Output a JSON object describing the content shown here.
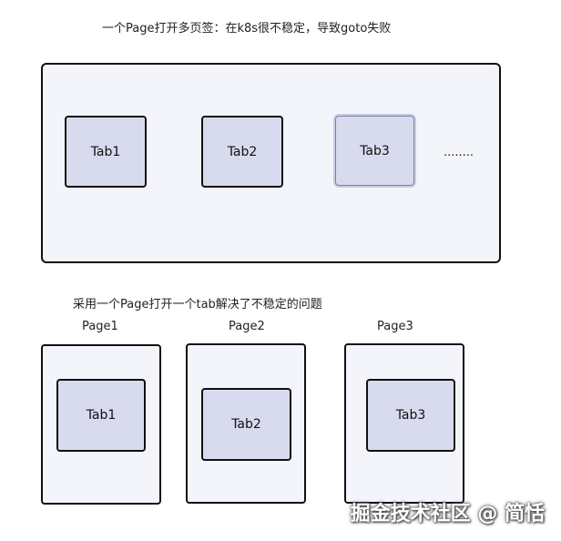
{
  "top_section": {
    "caption": "一个Page打开多页签：在k8s很不稳定，导致goto失败",
    "tabs": [
      "Tab1",
      "Tab2",
      "Tab3"
    ],
    "more": "........"
  },
  "bottom_section": {
    "caption": "采用一个Page打开一个tab解决了不稳定的问题",
    "pages": [
      {
        "label": "Page1",
        "tab": "Tab1"
      },
      {
        "label": "Page2",
        "tab": "Tab2"
      },
      {
        "label": "Page3",
        "tab": "Tab3"
      }
    ]
  },
  "footer_watermark": "掘金技术社区 @ 简恬",
  "colors": {
    "container_fill": "#f4f5fa",
    "tab_fill": "#d8daee",
    "stroke": "#111111"
  }
}
